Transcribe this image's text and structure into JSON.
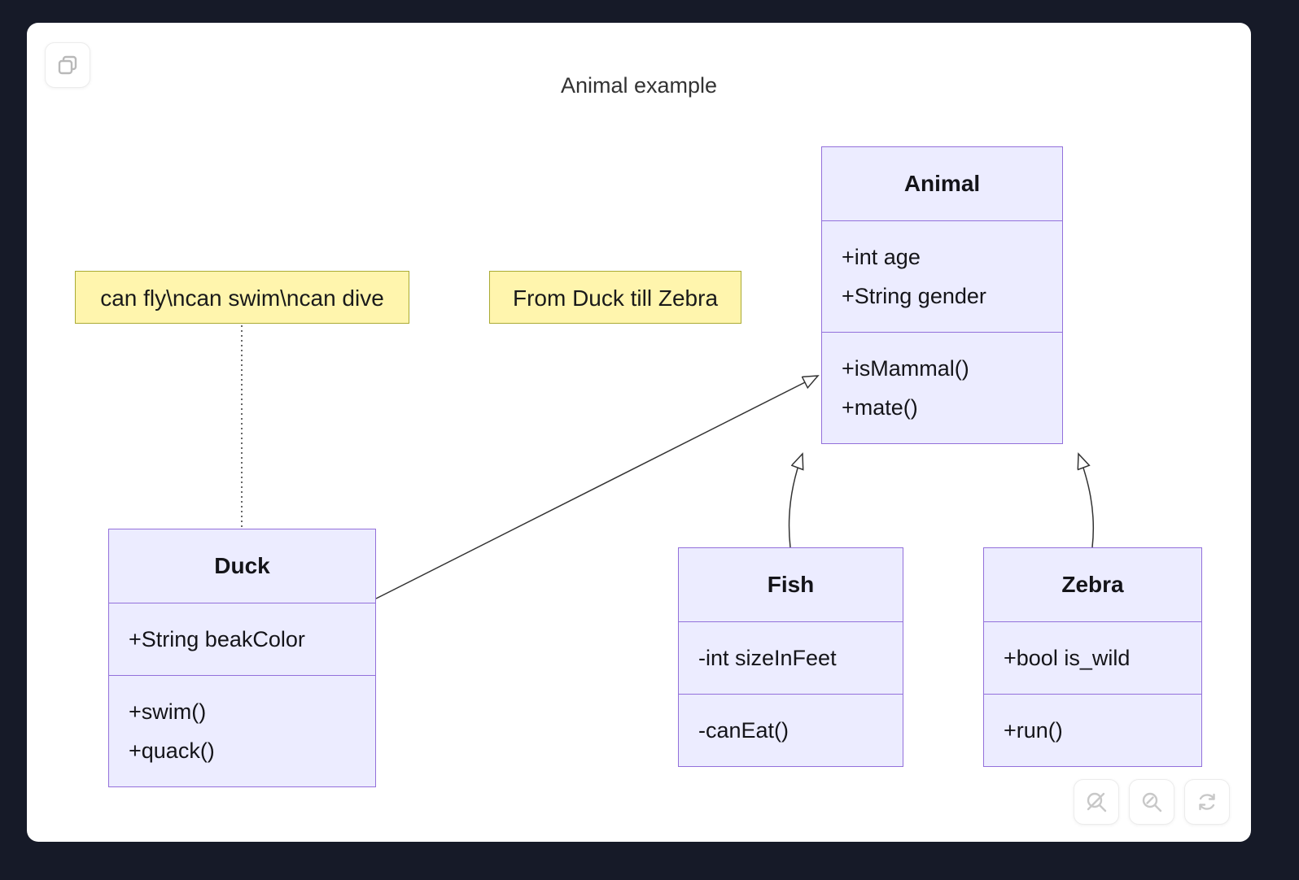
{
  "diagram": {
    "title": "Animal example",
    "type": "class-diagram"
  },
  "classes": {
    "animal": {
      "title": "Animal",
      "attributes": [
        "+int age",
        "+String gender"
      ],
      "methods": [
        "+isMammal()",
        "+mate()"
      ]
    },
    "duck": {
      "title": "Duck",
      "attributes": [
        "+String beakColor"
      ],
      "methods": [
        "+swim()",
        "+quack()"
      ]
    },
    "fish": {
      "title": "Fish",
      "attributes": [
        "-int sizeInFeet"
      ],
      "methods": [
        "-canEat()"
      ]
    },
    "zebra": {
      "title": "Zebra",
      "attributes": [
        "+bool is_wild"
      ],
      "methods": [
        "+run()"
      ]
    }
  },
  "notes": [
    {
      "text": "can fly\\ncan swim\\ncan dive",
      "attached_to": "Duck"
    },
    {
      "text": "From Duck till Zebra",
      "attached_to": null
    }
  ],
  "relationships": [
    {
      "from": "Duck",
      "to": "Animal",
      "type": "inheritance"
    },
    {
      "from": "Fish",
      "to": "Animal",
      "type": "inheritance"
    },
    {
      "from": "Zebra",
      "to": "Animal",
      "type": "inheritance"
    }
  ],
  "controls": {
    "copy": "copy-icon",
    "zoom_off": "magnifier-slash-icon",
    "zoom": "magnifier-icon",
    "reset": "refresh-icon"
  },
  "colors": {
    "page_background": "#161a28",
    "card_background": "#ffffff",
    "class_fill": "#ECECFF",
    "class_border": "#9370DB",
    "note_fill": "#fff5ad",
    "note_border": "#aaaa33",
    "edge": "#333333"
  }
}
